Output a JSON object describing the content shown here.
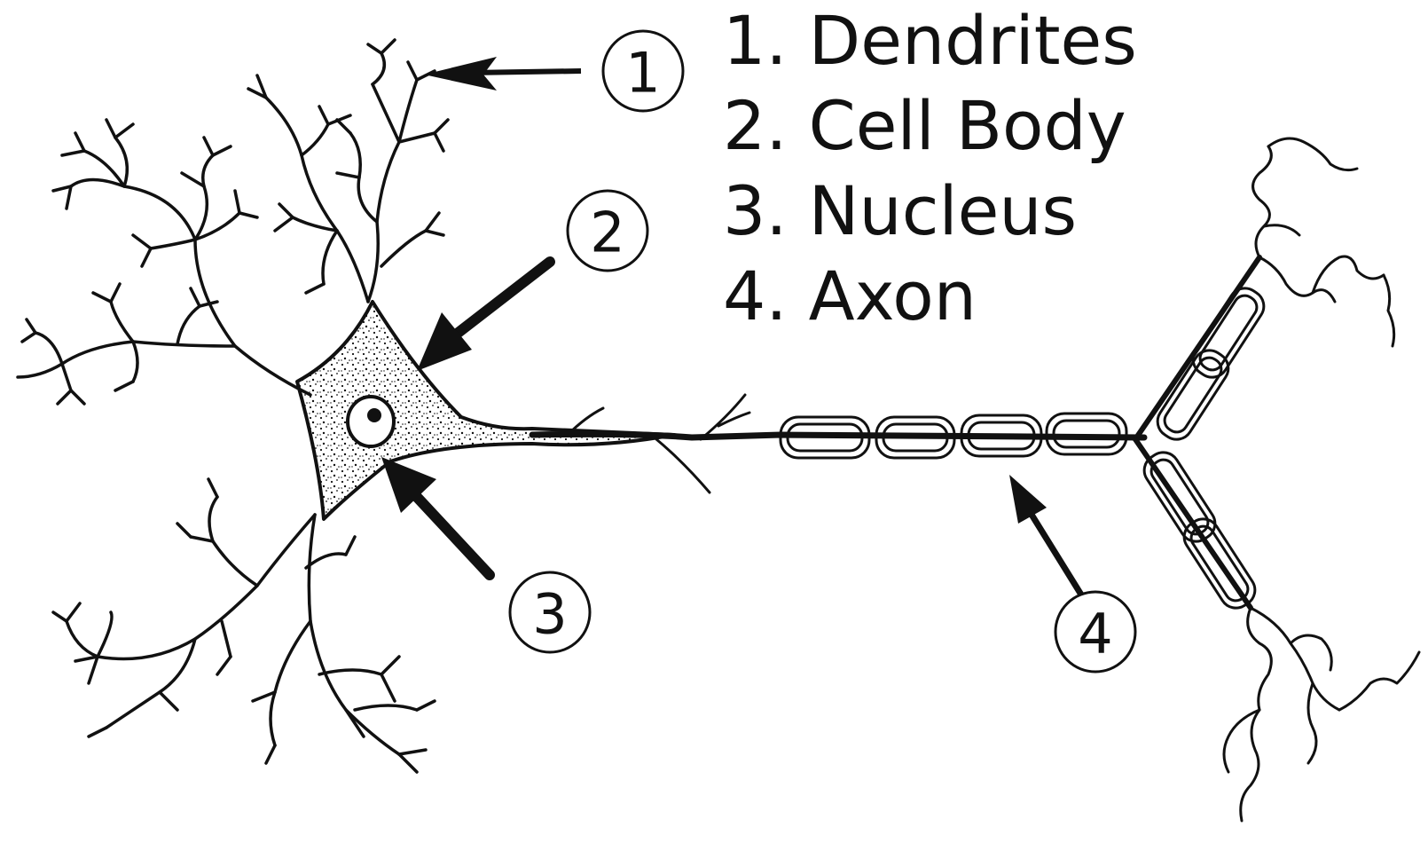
{
  "legend": {
    "items": [
      {
        "label": "1. Dendrites"
      },
      {
        "label": "2. Cell Body"
      },
      {
        "label": "3. Nucleus"
      },
      {
        "label": "4. Axon"
      }
    ]
  },
  "callouts": [
    {
      "number": "1"
    },
    {
      "number": "2"
    },
    {
      "number": "3"
    },
    {
      "number": "4"
    }
  ],
  "colors": {
    "ink": "#111111",
    "background": "#ffffff"
  }
}
